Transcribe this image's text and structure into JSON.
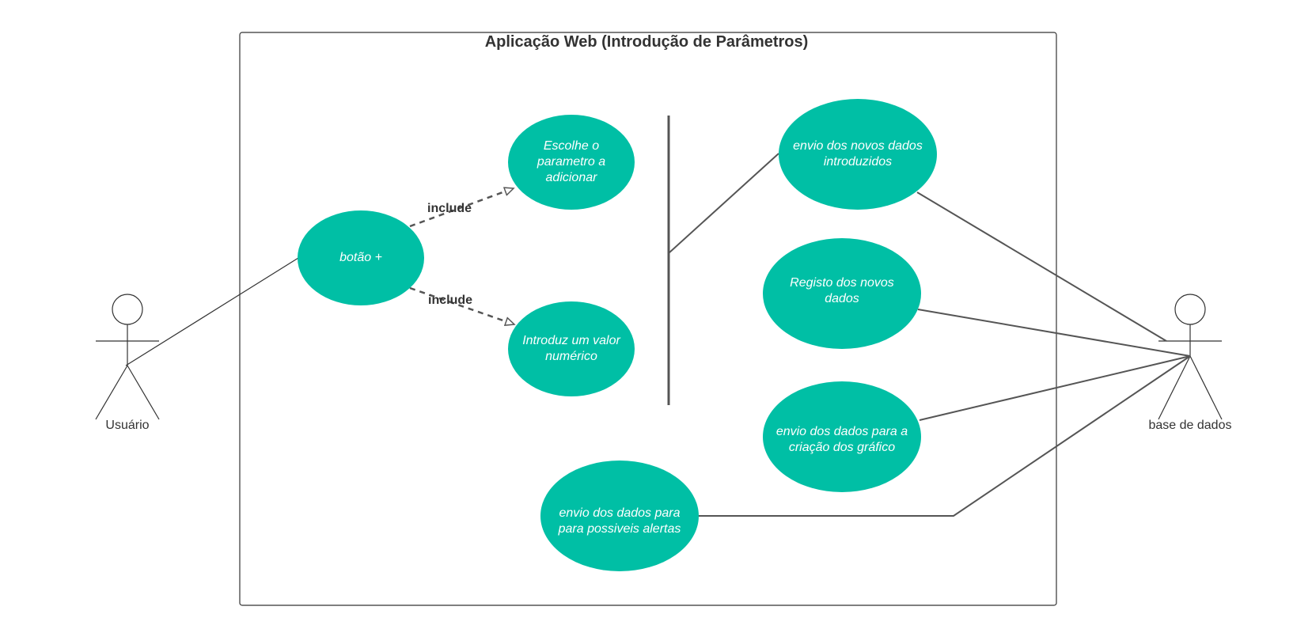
{
  "system": {
    "title": "Aplicação Web (Introdução de Parâmetros)"
  },
  "actors": {
    "user": "Usuário",
    "database": "base de dados"
  },
  "use_cases": {
    "botao": "botão +",
    "escolhe": "Escolhe o\nparametro a\nadicionar",
    "introduz": "Introduz um valor\nnumérico",
    "envio_novos": "envio dos novos dados\nintroduzidos",
    "registo": "Registo dos novos\ndados",
    "envio_graficos": "envio dos dados para a\ncriação dos gráfico",
    "envio_alertas": "envio dos dados para\npara possiveis alertas"
  },
  "relations": {
    "include_top": "include",
    "include_bottom": "include"
  },
  "colors": {
    "use_case_fill": "#00BFA5",
    "line": "#555555",
    "text": "#333333"
  }
}
